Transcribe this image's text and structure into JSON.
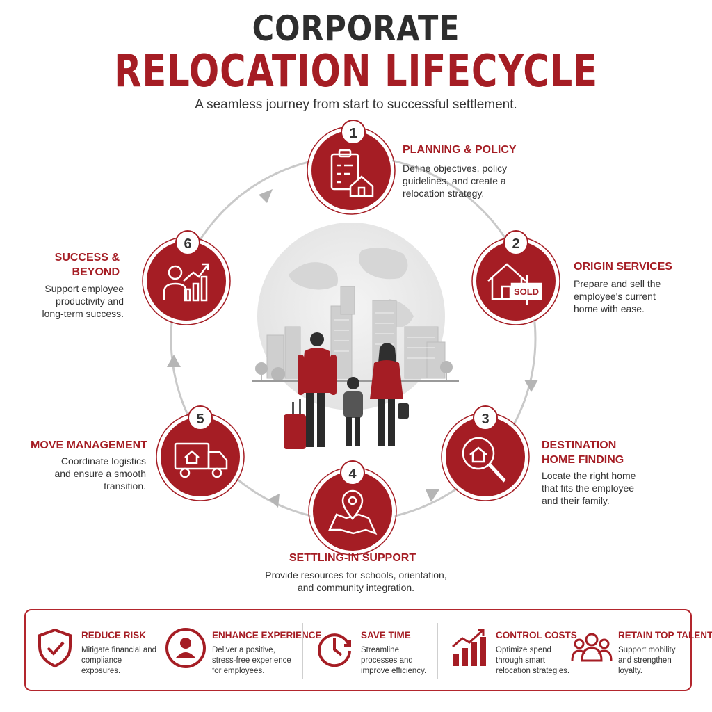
{
  "header": {
    "title_line1": "CORPORATE",
    "title_line2": "RELOCATION LIFECYCLE",
    "subtitle": "A seamless journey from start to successful settlement."
  },
  "colors": {
    "accent": "#a51d24",
    "ring": "#c9c9c9",
    "text": "#333333"
  },
  "steps": [
    {
      "number": "1",
      "title": "PLANNING & POLICY",
      "description_lines": [
        "Define objectives, policy",
        "guidelines, and create a",
        "relocation strategy."
      ],
      "icon": "clipboard-house-icon"
    },
    {
      "number": "2",
      "title": "ORIGIN SERVICES",
      "description_lines": [
        "Prepare and sell the",
        "employee's current",
        "home with ease."
      ],
      "icon": "house-sold-icon",
      "sign": "SOLD"
    },
    {
      "number": "3",
      "title_lines": [
        "DESTINATION",
        "HOME FINDING"
      ],
      "description_lines": [
        "Locate the right home",
        "that fits the employee",
        "and their family."
      ],
      "icon": "magnifier-house-icon"
    },
    {
      "number": "4",
      "title": "SETTLING-IN SUPPORT",
      "description_lines": [
        "Provide resources for schools, orientation,",
        "and community integration."
      ],
      "icon": "map-pin-icon"
    },
    {
      "number": "5",
      "title": "MOVE MANAGEMENT",
      "description_lines": [
        "Coordinate logistics",
        "and ensure a smooth",
        "transition."
      ],
      "icon": "moving-truck-icon"
    },
    {
      "number": "6",
      "title_lines": [
        "SUCCESS &",
        "BEYOND"
      ],
      "description_lines": [
        "Support employee",
        "productivity and",
        "long-term success."
      ],
      "icon": "growth-chart-icon"
    }
  ],
  "center_illustration": {
    "icon": "family-relocation-icon"
  },
  "benefits": [
    {
      "title": "REDUCE RISK",
      "description": "Mitigate financial and compliance exposures.",
      "icon": "shield-check-icon"
    },
    {
      "title": "ENHANCE EXPERIENCE",
      "description": "Deliver a positive, stress-free experience for employees.",
      "icon": "user-circle-icon"
    },
    {
      "title": "SAVE TIME",
      "description": "Streamline processes and improve efficiency.",
      "icon": "clock-icon"
    },
    {
      "title": "CONTROL COSTS",
      "description": "Optimize spend through smart relocation strategies.",
      "icon": "bar-chart-icon"
    },
    {
      "title": "RETAIN TOP TALENT",
      "description": "Support mobility and strengthen loyalty.",
      "icon": "team-icon"
    }
  ]
}
